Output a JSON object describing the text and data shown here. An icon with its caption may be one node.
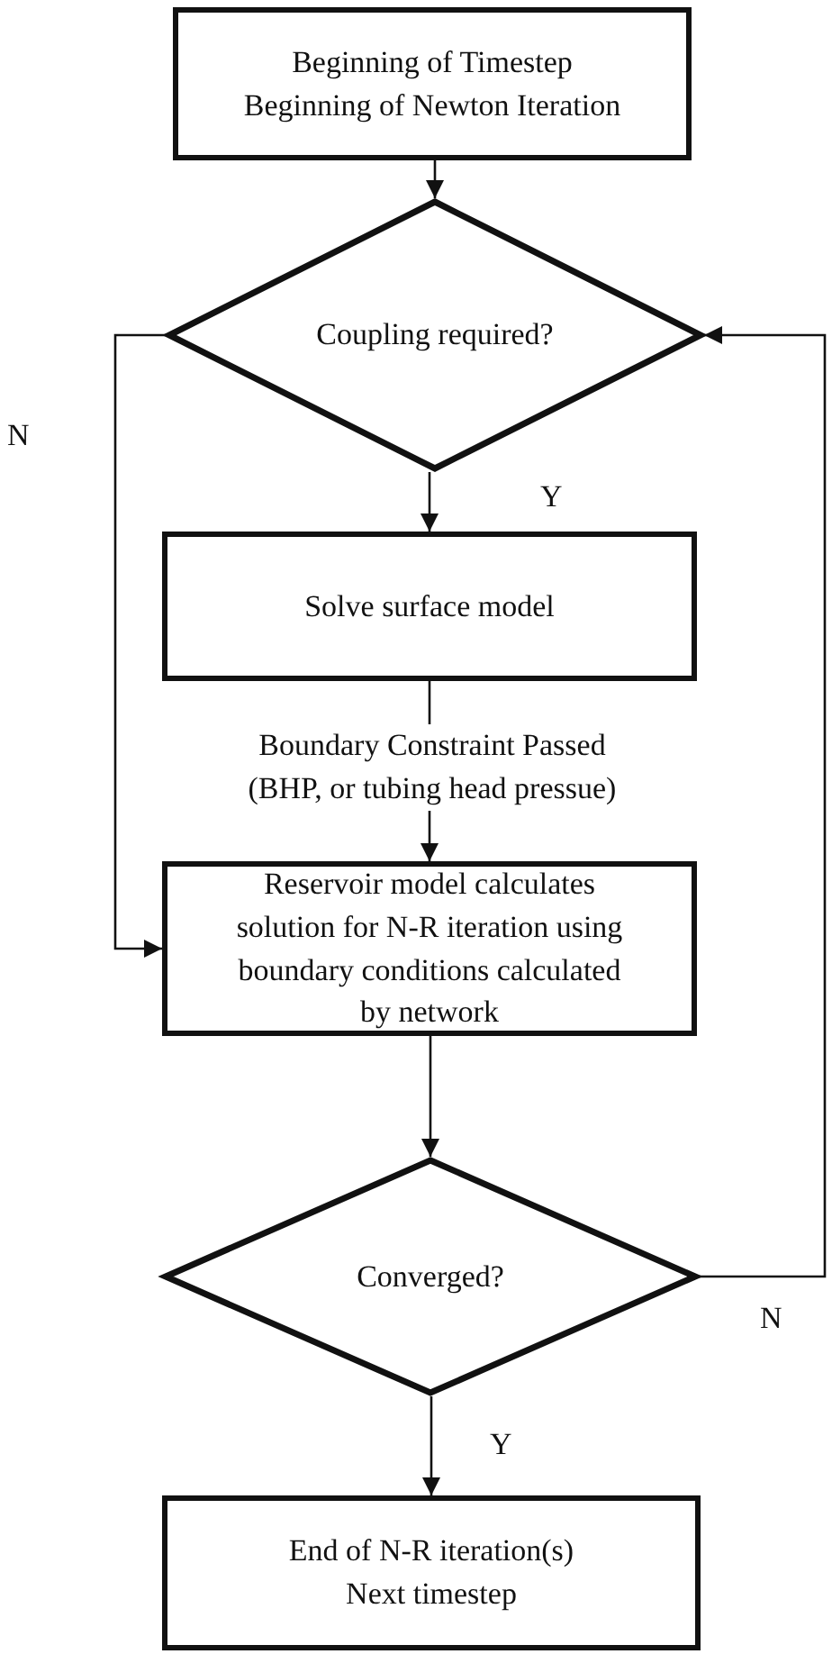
{
  "diagram": {
    "nodes": [
      {
        "text": [
          "Beginning of Timestep",
          "Beginning of Newton Iteration"
        ]
      },
      {
        "text": [
          "Coupling required?"
        ]
      },
      {
        "text": [
          "Solve surface model"
        ]
      },
      {
        "text": [
          "Reservoir model calculates solution for N-R iteration using boundary conditions calculated by network"
        ]
      },
      {
        "text": [
          "Converged?"
        ]
      },
      {
        "text": [
          "End of N-R iteration(s)",
          "Next timestep"
        ]
      }
    ],
    "edges": [
      {
        "from": 0,
        "to": 1,
        "arrow": "to"
      },
      {
        "from": 1,
        "to": 2,
        "arrow": "to",
        "label": "Y"
      },
      {
        "from": 2,
        "to": 3,
        "arrow": "to",
        "label": "Boundary Constraint Passed (BHP, or tubing head pressue)"
      },
      {
        "from": 1,
        "to": 3,
        "arrow": "to",
        "label": "N"
      },
      {
        "from": 3,
        "to": 4,
        "arrow": "to"
      },
      {
        "from": 4,
        "to": 5,
        "arrow": "to",
        "label": "Y"
      },
      {
        "from": 4,
        "to": 1,
        "arrow": "to",
        "label": "N"
      }
    ]
  }
}
